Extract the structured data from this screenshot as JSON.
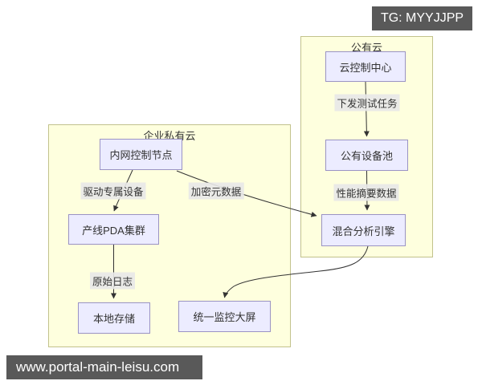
{
  "overlays": {
    "tg_badge": "TG: MYYJJPP",
    "url_badge": "www.portal-main-leisu.com"
  },
  "diagram": {
    "clusters": {
      "private": {
        "title": "企业私有云"
      },
      "public": {
        "title": "公有云"
      }
    },
    "nodes": {
      "intranet_control_node": {
        "label": "内网控制节点"
      },
      "pda_cluster": {
        "label": "产线PDA集群"
      },
      "local_storage": {
        "label": "本地存储"
      },
      "monitor_screen": {
        "label": "统一监控大屏"
      },
      "cloud_control_center": {
        "label": "云控制中心"
      },
      "public_device_pool": {
        "label": "公有设备池"
      },
      "hybrid_analysis_engine": {
        "label": "混合分析引擎"
      }
    },
    "edges": [
      {
        "from": "cloud_control_center",
        "to": "public_device_pool",
        "label": "下发测试任务"
      },
      {
        "from": "public_device_pool",
        "to": "hybrid_analysis_engine",
        "label": "性能摘要数据"
      },
      {
        "from": "intranet_control_node",
        "to": "pda_cluster",
        "label": "驱动专属设备"
      },
      {
        "from": "intranet_control_node",
        "to": "hybrid_analysis_engine",
        "label": "加密元数据"
      },
      {
        "from": "pda_cluster",
        "to": "local_storage",
        "label": "原始日志"
      },
      {
        "from": "hybrid_analysis_engine",
        "to": "monitor_screen",
        "label": ""
      }
    ]
  },
  "colors": {
    "node_fill": "#ececff",
    "node_border": "#9a93c4",
    "cluster_fill": "#feffde",
    "cluster_border": "#c2c28c",
    "edge": "#333333",
    "edge_label_bg": "#e8e8e8",
    "badge_bg": "#595959",
    "badge_text": "#ffffff",
    "text": "#333333"
  }
}
